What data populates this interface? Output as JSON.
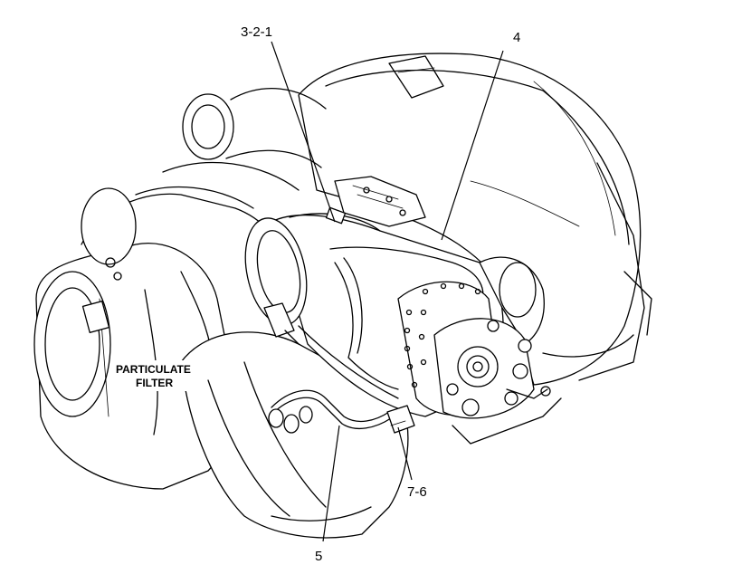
{
  "callouts": {
    "c1": "3-2-1",
    "c2": "4",
    "c3": "7-6",
    "c4": "5"
  },
  "component_label": {
    "line1": "PARTICULATE",
    "line2": "FILTER"
  }
}
